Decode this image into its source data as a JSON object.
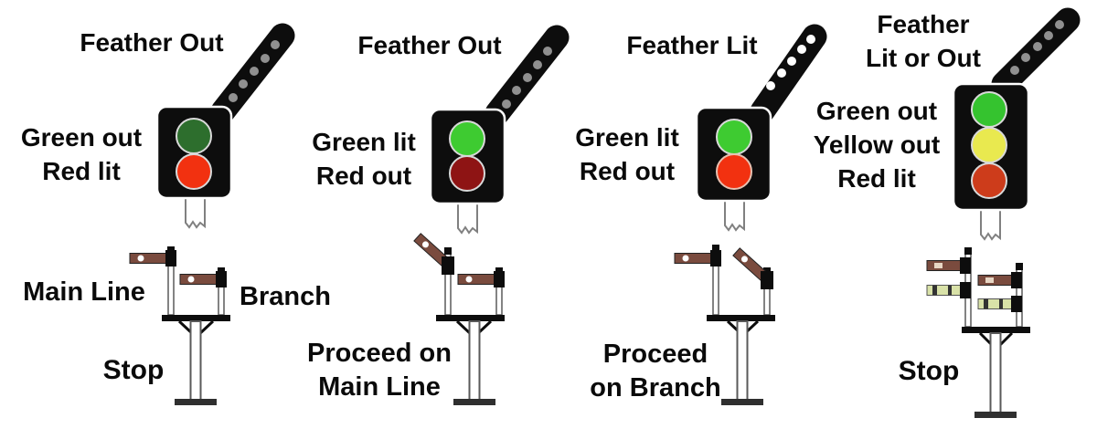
{
  "page_background": "#ffffff",
  "colors": {
    "signal_black": "#0d0d0d",
    "lamp_ring": "#d9d9d9",
    "feather_lit": "#ffffff",
    "feather_unlit": "#909090",
    "home_arm": "#7a4b3e",
    "home_arm_spot": "#ffffff",
    "distant_arm": "#d9e2a8",
    "post_white": "#ffffff",
    "post_outline": "#5a5a5a",
    "base_grey": "#2f2f2f",
    "text": "#0a0a0a"
  },
  "columns": [
    {
      "feather_label": "Feather Out",
      "feather_state": "out",
      "feather_dot_color": "#909090",
      "lamp_caption_lines": [
        "Green out",
        "Red lit"
      ],
      "lamps": [
        {
          "name": "green",
          "state": "out",
          "color": "#2d6e2d"
        },
        {
          "name": "red",
          "state": "lit",
          "color": "#f23110"
        }
      ],
      "semaphore": {
        "left_doll_label": "Main Line",
        "right_doll_label": "Branch",
        "left_arm": "horizontal",
        "right_arm": "horizontal"
      },
      "meaning_lines": [
        "Stop"
      ]
    },
    {
      "feather_label": "Feather Out",
      "feather_state": "out",
      "feather_dot_color": "#909090",
      "lamp_caption_lines": [
        "Green lit",
        "Red out"
      ],
      "lamps": [
        {
          "name": "green",
          "state": "lit",
          "color": "#3ecb31"
        },
        {
          "name": "red",
          "state": "out",
          "color": "#8e1414"
        }
      ],
      "semaphore": {
        "left_arm": "raised",
        "right_arm": "horizontal"
      },
      "meaning_lines": [
        "Proceed on",
        "Main Line"
      ]
    },
    {
      "feather_label": "Feather Lit",
      "feather_state": "lit",
      "feather_dot_color": "#ffffff",
      "lamp_caption_lines": [
        "Green lit",
        "Red out"
      ],
      "lamps": [
        {
          "name": "green",
          "state": "lit",
          "color": "#3ecb31"
        },
        {
          "name": "red",
          "state": "out",
          "color": "#f23110"
        }
      ],
      "semaphore": {
        "left_arm": "horizontal",
        "right_arm": "raised"
      },
      "meaning_lines": [
        "Proceed",
        "on Branch"
      ]
    },
    {
      "feather_label_lines": [
        "Feather",
        "Lit or Out"
      ],
      "feather_state": "lit or out",
      "feather_dot_color": "#909090",
      "lamp_caption_lines": [
        "Green out",
        "Yellow out",
        "Red lit"
      ],
      "lamps": [
        {
          "name": "green",
          "state": "out",
          "color": "#35c32f"
        },
        {
          "name": "yellow",
          "state": "out",
          "color": "#e9e94f"
        },
        {
          "name": "red",
          "state": "lit",
          "color": "#cd3c1b"
        }
      ],
      "semaphore": {
        "left_arm": "horizontal",
        "right_arm": "horizontal",
        "left_distant_arm": "horizontal",
        "right_distant_arm": "horizontal"
      },
      "meaning_lines": [
        "Stop"
      ]
    }
  ]
}
